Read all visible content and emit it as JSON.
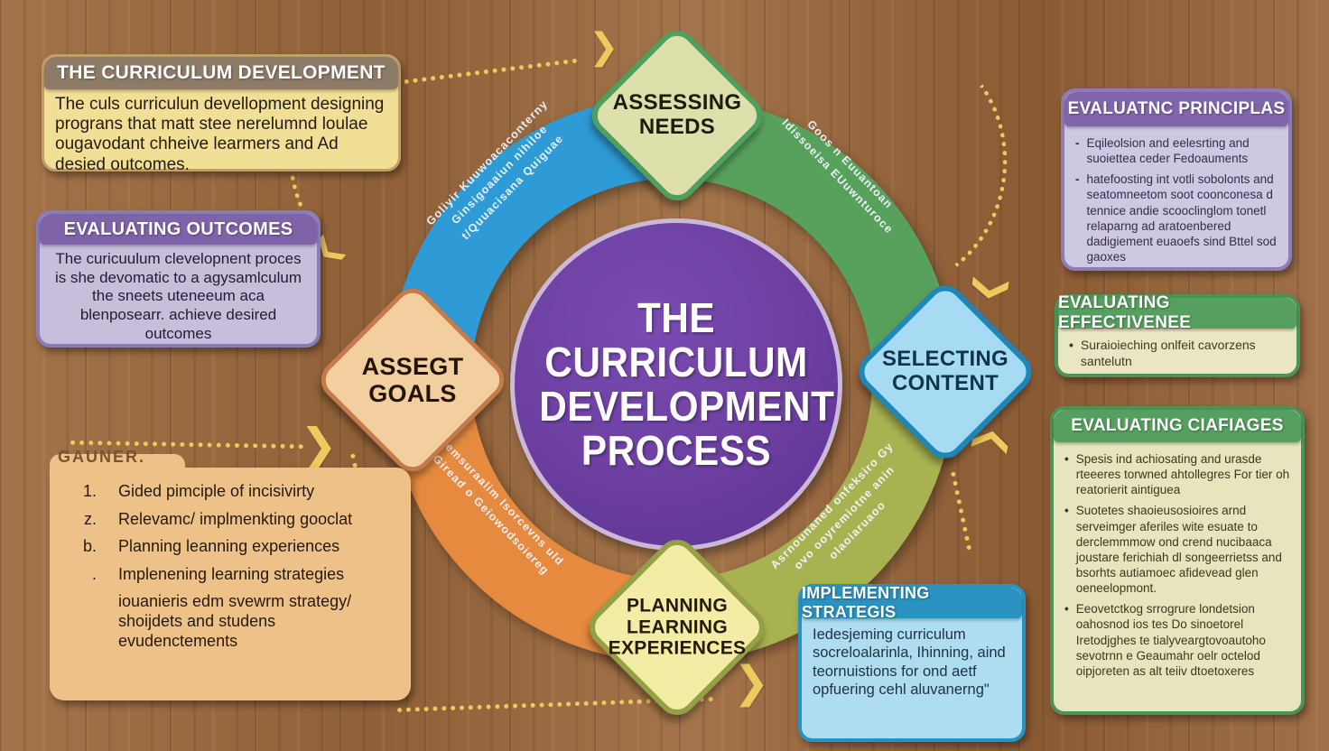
{
  "center": {
    "title": "THE CURRICULUM DEVELOPMENT PROCESS"
  },
  "diamonds": {
    "top": {
      "label": "ASSESSING NEEDS"
    },
    "right": {
      "label": "SELECTING CONTENT"
    },
    "bottom": {
      "label": "PLANNING LEARNING EXPERIENCES"
    },
    "left": {
      "label": "ASSEGT GOALS"
    }
  },
  "top_left_box": {
    "title": "THE CURRICULUM DEVELOPMENT",
    "body": "The culs curriculun devellopment designing prograns that matt stee nerelumnd loulae ougavodant chheive learmers and Ad desied outcomes."
  },
  "outcomes_box": {
    "title": "EVALUATING OUTCOMES",
    "body": "The curicuulum clevelopnent proces is she devomatic to a agysamlculum the sneets uteneeum aca blenposearr. achieve desired outcomes"
  },
  "gauner_box": {
    "label": "GAUNER.",
    "items": [
      {
        "marker": "1.",
        "text": "Gided pimciple of incisivirty"
      },
      {
        "marker": "z.",
        "text": "Relevamc/ implmenkting gooclat"
      },
      {
        "marker": "b.",
        "text": "Planning leanning experiences"
      },
      {
        "marker": ".",
        "text": "Implenening learning strategies"
      },
      {
        "marker": "",
        "text": "iouanieris edm svewrm strategy/ shoijdets and studens evudenctements"
      }
    ]
  },
  "principles_box": {
    "title": "EVALUATNC PRINCIPLAS",
    "bullets": [
      "Eqileolsion and eelesrting and suoiettea ceder Fedoauments",
      "hatefoosting int votli sobolonts and seatomneetom soot coonconesa d tennice andie scooclinglom tonetl relaparng ad aratoenbered dadigiement euaoefs sind Bttel sod gaoxes"
    ]
  },
  "effectiveness_box": {
    "title": "EVALUATING EFFECTIVENEE",
    "bullets": [
      "Suraioieching onlfeit cavorzens santelutn"
    ]
  },
  "challenges_box": {
    "title": "EVALUATING CIAFIAGES",
    "bullets": [
      "Spesis ind achiosating and urasde rteeeres torwned ahtollegres For tier oh reatorierit aintiguea",
      "Suotetes shaoieusosioires arnd serveimger aferiles wite esuate to derclemmmow ond crend nucibaaca joustare ferichiah dl songeerrietss and bsorhts autiamoec afidevead glen oeneelopmont.",
      "Eeovetctkog srrogrure londetsion oahosnod ios tes Do sinoetorel Iretodjghes te tialyveargtovoautoho sevotrnn e Geaumahr oelr octelod oipjoreten as alt teiiv dtoetoxeres"
    ]
  },
  "strategies_box": {
    "title": "IMPLEMENTING STRATEGIS",
    "body": "Iedesjeming curriculum socreloalarinla, Ihinning, aind teornuistions for ond aetf opfuering cehl aluvanerng\""
  },
  "arc_labels": {
    "blue": "Goliyir Kuuwoacaconterny Ginsigoaaiun nihiloe t/Quuacisana Quiguae",
    "green": "Goos n Euuantoan Idissoeisa EUuwnturoce",
    "orange": "Iemsuraalim Isorcevns uld Giread o Geiowodsoiereg",
    "olive": "Asrnounaned onfeksiro Gy ovo ooyremiotne anin olaoiaruaoo"
  },
  "colors": {
    "wood": "#9a6b42",
    "ring_blue": "#2e9bd6",
    "ring_green": "#58a15c",
    "ring_olive": "#a9b251",
    "ring_orange": "#e58a3e",
    "circle_purple": "#6a3d9e",
    "accent_yellow": "#ecca5e",
    "purple_header": "#7e63a9",
    "green_header": "#55a05e",
    "blue_header": "#2a92c0"
  }
}
